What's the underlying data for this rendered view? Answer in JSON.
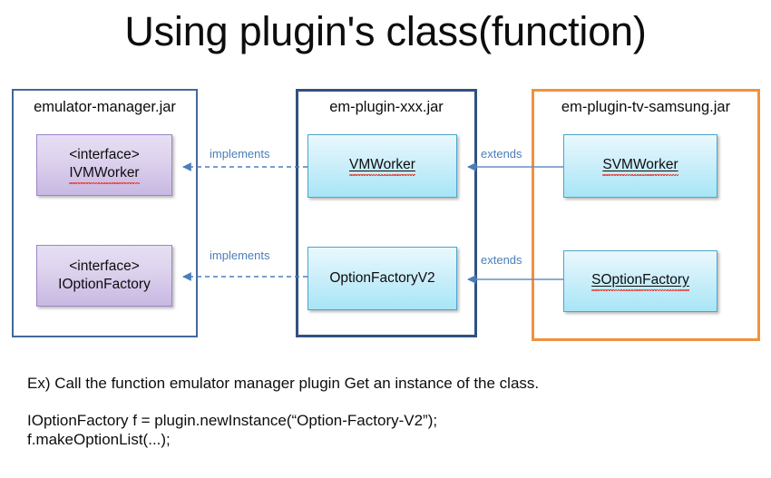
{
  "slide": {
    "title": "Using plugin's class(function)"
  },
  "diagram": {
    "containers": [
      {
        "name": "emulator-manager-jar",
        "label": "emulator-manager.jar",
        "border_color": "#43689c"
      },
      {
        "name": "em-plugin-xxx-jar",
        "label": "em-plugin-xxx.jar",
        "border_color": "#2f5280"
      },
      {
        "name": "em-plugin-tv-samsung-jar",
        "label": "em-plugin-tv-samsung.jar",
        "border_color": "#f0913e"
      }
    ],
    "boxes": [
      {
        "name": "ivmworker",
        "stereotype": "<interface>",
        "label": "IVMWorker",
        "kind": "interface",
        "fill_color": "#ded3ee",
        "border_color": "#9c86c8",
        "spellcheck_flagged": true
      },
      {
        "name": "ioptionfactory",
        "stereotype": "<interface>",
        "label": "IOptionFactory",
        "kind": "interface",
        "fill_color": "#ded3ee",
        "border_color": "#9c86c8",
        "spellcheck_flagged": false
      },
      {
        "name": "vmworker",
        "stereotype": "",
        "label": "VMWorker",
        "kind": "concrete",
        "fill_color": "#cdeffa",
        "border_color": "#4ca6cf",
        "spellcheck_flagged": true
      },
      {
        "name": "optionfactoryv2",
        "stereotype": "",
        "label": "OptionFactoryV2",
        "kind": "concrete",
        "fill_color": "#cdeffa",
        "border_color": "#4ca6cf",
        "spellcheck_flagged": false
      },
      {
        "name": "svmworker",
        "stereotype": "",
        "label": "SVMWorker",
        "kind": "concrete",
        "fill_color": "#cdeffa",
        "border_color": "#4ca6cf",
        "spellcheck_flagged": true
      },
      {
        "name": "soptionfactory",
        "stereotype": "",
        "label": "SOptionFactory",
        "kind": "concrete",
        "fill_color": "#cdeffa",
        "border_color": "#4ca6cf",
        "spellcheck_flagged": true
      }
    ],
    "connectors": [
      {
        "name": "implements-vmworker-ivmworker",
        "label": "implements",
        "style": "dashed",
        "from": "VMWorker",
        "to": "IVMWorker",
        "color": "#4a7ebb"
      },
      {
        "name": "implements-optionfactoryv2-ioptionfactory",
        "label": "implements",
        "style": "dashed",
        "from": "OptionFactoryV2",
        "to": "IOptionFactory",
        "color": "#4a7ebb"
      },
      {
        "name": "extends-svmworker-vmworker",
        "label": "extends",
        "style": "solid",
        "from": "SVMWorker",
        "to": "VMWorker",
        "color": "#6c8ebf"
      },
      {
        "name": "extends-soptionfactory-optionfactoryv2",
        "label": "extends",
        "style": "solid",
        "from": "SOptionFactory",
        "to": "OptionFactoryV2",
        "color": "#6c8ebf"
      }
    ]
  },
  "body": {
    "example_line": "Ex) Call the function emulator manager plugin Get an instance of the class.",
    "code_line_1": "IOptionFactory f = plugin.newInstance(“Option-Factory-V2”);",
    "code_line_2": "f.makeOptionList(...);"
  }
}
